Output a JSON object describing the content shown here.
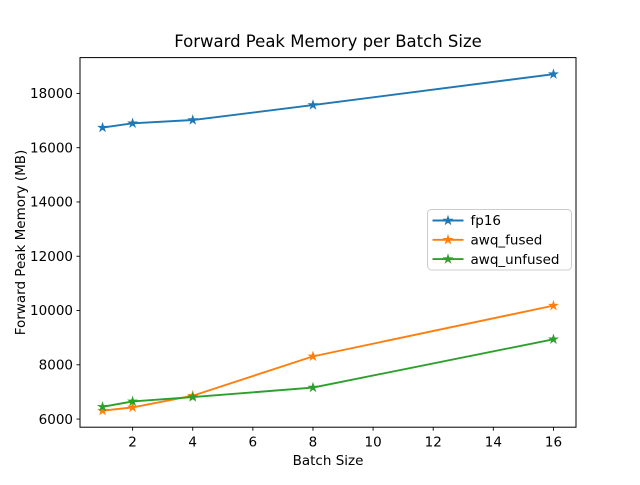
{
  "chart_data": {
    "type": "line",
    "title": "Forward Peak Memory per Batch Size",
    "xlabel": "Batch Size",
    "ylabel": "Forward Peak Memory (MB)",
    "x": [
      1,
      2,
      4,
      8,
      16
    ],
    "series": [
      {
        "name": "fp16",
        "color": "#1f77b4",
        "values": [
          16740,
          16900,
          17020,
          17570,
          18710
        ]
      },
      {
        "name": "awq_fused",
        "color": "#ff7f0e",
        "values": [
          6310,
          6430,
          6860,
          8310,
          10180
        ]
      },
      {
        "name": "awq_unfused",
        "color": "#2ca02c",
        "values": [
          6450,
          6650,
          6810,
          7160,
          8940
        ]
      }
    ],
    "marker": "star",
    "xticks": [
      2,
      4,
      6,
      8,
      10,
      12,
      14,
      16
    ],
    "yticks": [
      6000,
      8000,
      10000,
      12000,
      14000,
      16000,
      18000
    ],
    "xlim": [
      0.25,
      16.75
    ],
    "ylim": [
      5700,
      19320
    ],
    "grid": false,
    "legend": {
      "position": "center right",
      "frame_color": "#cccccc",
      "frame_fill": "#ffffff"
    },
    "axis_color": "#000000"
  }
}
